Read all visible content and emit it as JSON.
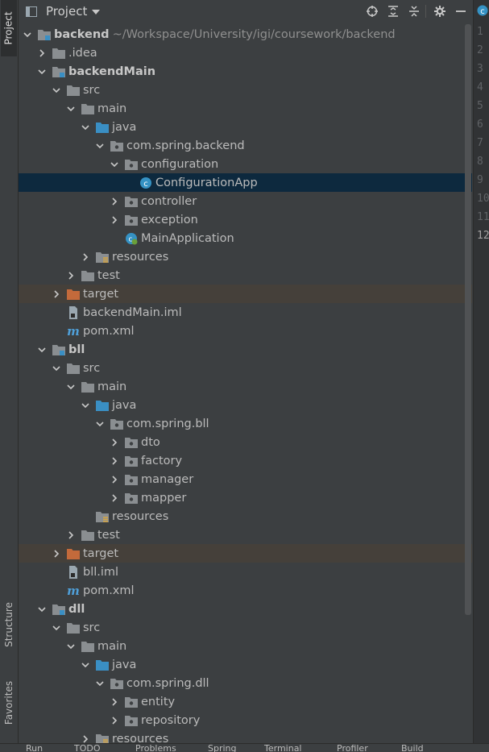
{
  "panel": {
    "title": "Project",
    "dropdown_icon": "chevron-down-icon",
    "actions": [
      "locate-icon",
      "expand-all-icon",
      "collapse-all-icon",
      "gear-icon",
      "hide-icon"
    ]
  },
  "left_stripe": {
    "tabs": [
      {
        "label": "Project",
        "active": true
      },
      {
        "label": "Structure",
        "active": false
      },
      {
        "label": "Favorites",
        "active": false
      }
    ]
  },
  "tree": [
    {
      "depth": 0,
      "expanded": true,
      "icon": "module-folder",
      "label": "backend",
      "bold": true,
      "path": "~/Workspace/University/igi/coursework/backend"
    },
    {
      "depth": 1,
      "expanded": false,
      "icon": "folder",
      "label": ".idea"
    },
    {
      "depth": 1,
      "expanded": true,
      "icon": "module-folder",
      "label": "backendMain",
      "bold": true
    },
    {
      "depth": 2,
      "expanded": true,
      "icon": "folder",
      "label": "src"
    },
    {
      "depth": 3,
      "expanded": true,
      "icon": "folder",
      "label": "main"
    },
    {
      "depth": 4,
      "expanded": true,
      "icon": "source-folder",
      "label": "java"
    },
    {
      "depth": 5,
      "expanded": true,
      "icon": "package",
      "label": "com.spring.backend"
    },
    {
      "depth": 6,
      "expanded": true,
      "icon": "package",
      "label": "configuration"
    },
    {
      "depth": 7,
      "leaf": true,
      "icon": "class",
      "label": "ConfigurationApp",
      "selected": true
    },
    {
      "depth": 6,
      "expanded": false,
      "icon": "package",
      "label": "controller"
    },
    {
      "depth": 6,
      "expanded": false,
      "icon": "package",
      "label": "exception"
    },
    {
      "depth": 6,
      "leaf": true,
      "icon": "spring-class",
      "label": "MainApplication"
    },
    {
      "depth": 4,
      "expanded": false,
      "icon": "resources-folder",
      "label": "resources"
    },
    {
      "depth": 3,
      "expanded": false,
      "icon": "folder",
      "label": "test"
    },
    {
      "depth": 2,
      "expanded": false,
      "icon": "excluded-folder",
      "label": "target",
      "excluded": true
    },
    {
      "depth": 2,
      "leaf": true,
      "icon": "iml-file",
      "label": "backendMain.iml"
    },
    {
      "depth": 2,
      "leaf": true,
      "icon": "maven-file",
      "label": "pom.xml"
    },
    {
      "depth": 1,
      "expanded": true,
      "icon": "module-folder",
      "label": "bll",
      "bold": true
    },
    {
      "depth": 2,
      "expanded": true,
      "icon": "folder",
      "label": "src"
    },
    {
      "depth": 3,
      "expanded": true,
      "icon": "folder",
      "label": "main"
    },
    {
      "depth": 4,
      "expanded": true,
      "icon": "source-folder",
      "label": "java"
    },
    {
      "depth": 5,
      "expanded": true,
      "icon": "package",
      "label": "com.spring.bll"
    },
    {
      "depth": 6,
      "expanded": false,
      "icon": "package",
      "label": "dto"
    },
    {
      "depth": 6,
      "expanded": false,
      "icon": "package",
      "label": "factory"
    },
    {
      "depth": 6,
      "expanded": false,
      "icon": "package",
      "label": "manager"
    },
    {
      "depth": 6,
      "expanded": false,
      "icon": "package",
      "label": "mapper"
    },
    {
      "depth": 4,
      "leaf": true,
      "icon": "resources-folder",
      "label": "resources"
    },
    {
      "depth": 3,
      "expanded": false,
      "icon": "folder",
      "label": "test"
    },
    {
      "depth": 2,
      "expanded": false,
      "icon": "excluded-folder",
      "label": "target",
      "excluded": true
    },
    {
      "depth": 2,
      "leaf": true,
      "icon": "iml-file",
      "label": "bll.iml"
    },
    {
      "depth": 2,
      "leaf": true,
      "icon": "maven-file",
      "label": "pom.xml"
    },
    {
      "depth": 1,
      "expanded": true,
      "icon": "module-folder",
      "label": "dll",
      "bold": true
    },
    {
      "depth": 2,
      "expanded": true,
      "icon": "folder",
      "label": "src"
    },
    {
      "depth": 3,
      "expanded": true,
      "icon": "folder",
      "label": "main"
    },
    {
      "depth": 4,
      "expanded": true,
      "icon": "source-folder",
      "label": "java"
    },
    {
      "depth": 5,
      "expanded": true,
      "icon": "package",
      "label": "com.spring.dll"
    },
    {
      "depth": 6,
      "expanded": false,
      "icon": "package",
      "label": "entity"
    },
    {
      "depth": 6,
      "expanded": false,
      "icon": "package",
      "label": "repository"
    },
    {
      "depth": 4,
      "expanded": false,
      "icon": "resources-folder",
      "label": "resources"
    }
  ],
  "editor": {
    "line_numbers": [
      "1",
      "2",
      "3",
      "4",
      "5",
      "6",
      "7",
      "8",
      "9",
      "10",
      "11",
      "12"
    ],
    "current_line": "12"
  },
  "bottom_tools": [
    "Run",
    "TODO",
    "Problems",
    "Spring",
    "Terminal",
    "Profiler",
    "Build"
  ],
  "colors": {
    "panel_bg": "#3c3f41",
    "selected_row": "#0d293e",
    "excluded_row": "#45403a",
    "folder": "#8a8e91",
    "source_folder": "#3a8fc4",
    "excluded_folder": "#c36a3b",
    "class_icon": "#3592c4"
  }
}
